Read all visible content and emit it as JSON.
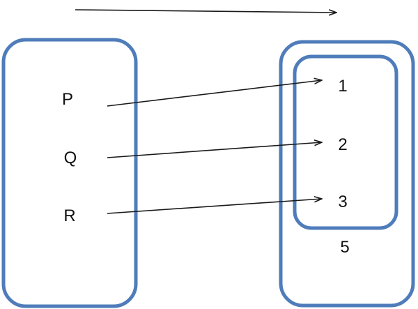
{
  "domain_set": {
    "elements": [
      "P",
      "Q",
      "R"
    ]
  },
  "codomain_set": {
    "inner_elements": [
      "1",
      "2",
      "3"
    ],
    "outer_elements": [
      "5"
    ]
  },
  "mappings": [
    {
      "from": "P",
      "to": "1"
    },
    {
      "from": "Q",
      "to": "2"
    },
    {
      "from": "R",
      "to": "3"
    }
  ],
  "colors": {
    "set_border": "#4f7cba",
    "arrow": "#1a1a1a",
    "text": "#111111"
  }
}
